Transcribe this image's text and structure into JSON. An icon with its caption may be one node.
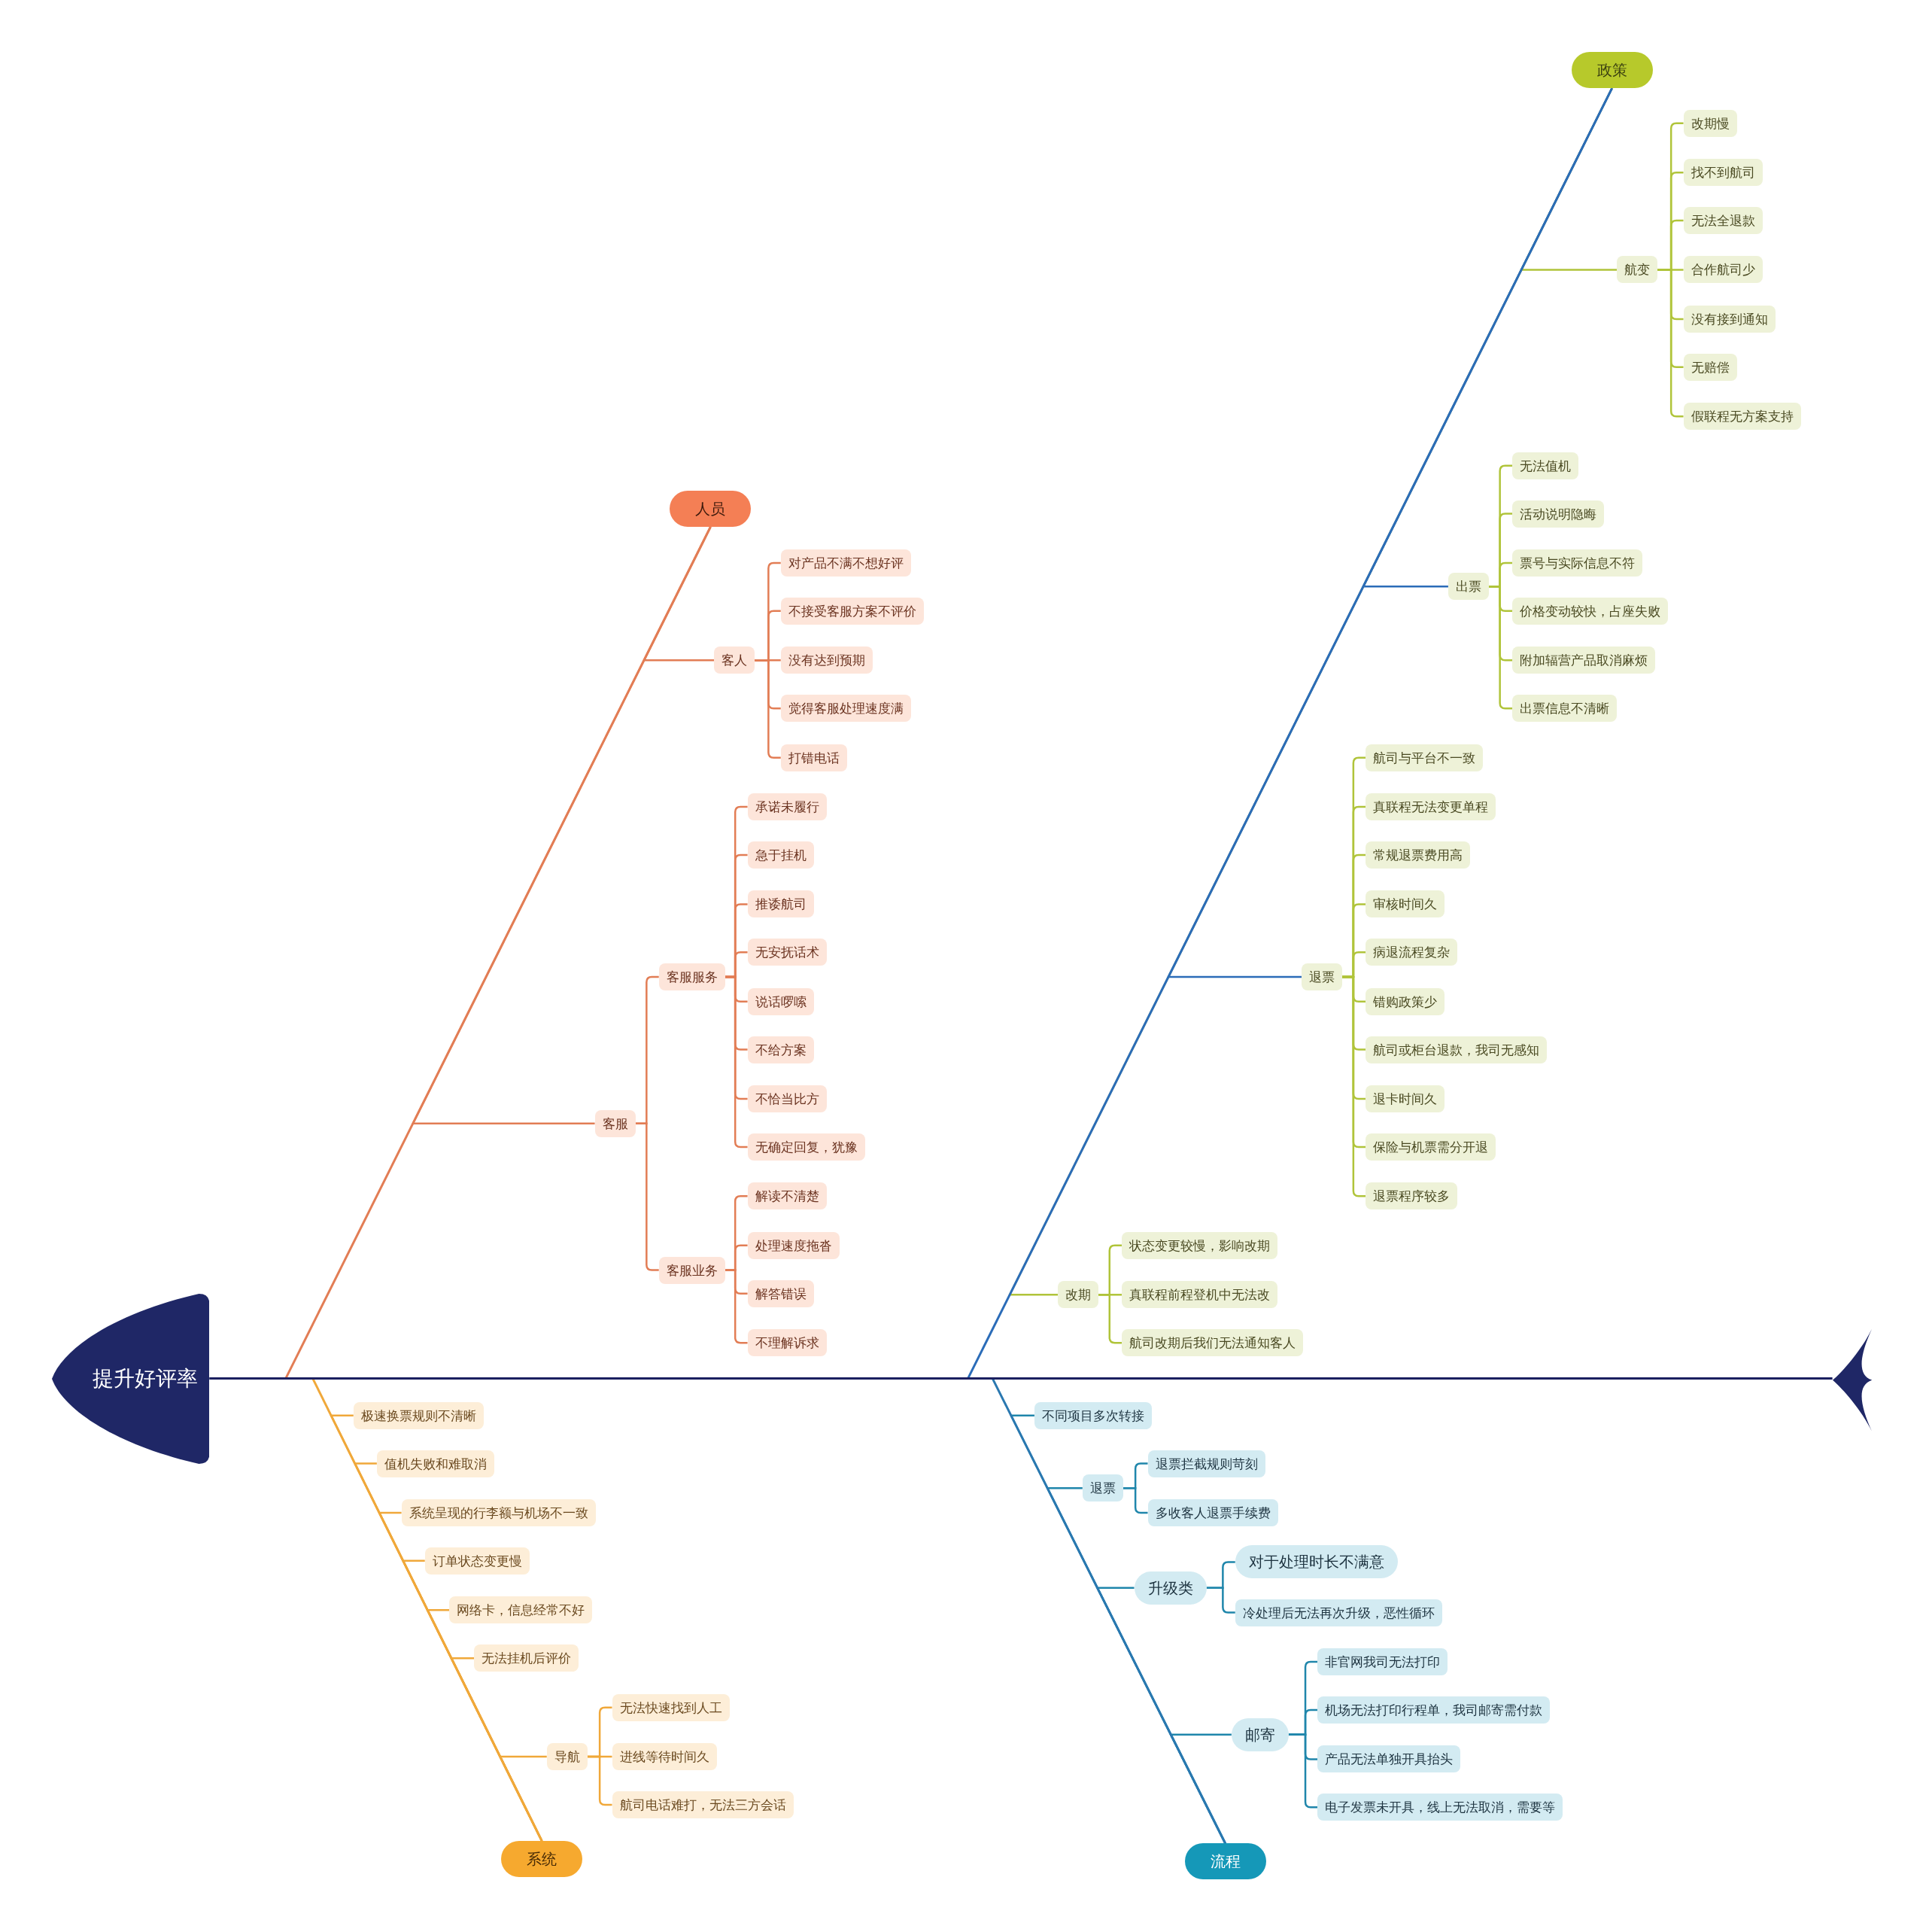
{
  "diagram": {
    "nodes": [
      {
        "text": [
          "提升好评率"
        ]
      },
      {
        "text": [
          "人员"
        ]
      },
      {
        "text": [
          "客人"
        ]
      },
      {
        "text": [
          "对产品不满不想好评"
        ]
      },
      {
        "text": [
          "不接受客服方案不评价"
        ]
      },
      {
        "text": [
          "没有达到预期"
        ]
      },
      {
        "text": [
          "觉得客服处理速度满"
        ]
      },
      {
        "text": [
          "打错电话"
        ]
      },
      {
        "text": [
          "客服"
        ]
      },
      {
        "text": [
          "客服服务"
        ]
      },
      {
        "text": [
          "承诺未履行"
        ]
      },
      {
        "text": [
          "急于挂机"
        ]
      },
      {
        "text": [
          "推诿航司"
        ]
      },
      {
        "text": [
          "无安抚话术"
        ]
      },
      {
        "text": [
          "说话啰嗦"
        ]
      },
      {
        "text": [
          "不给方案"
        ]
      },
      {
        "text": [
          "不恰当比方"
        ]
      },
      {
        "text": [
          "无确定回复，犹豫"
        ]
      },
      {
        "text": [
          "客服业务"
        ]
      },
      {
        "text": [
          "解读不清楚"
        ]
      },
      {
        "text": [
          "处理速度拖沓"
        ]
      },
      {
        "text": [
          "解答错误"
        ]
      },
      {
        "text": [
          "不理解诉求"
        ]
      },
      {
        "text": [
          "政策"
        ]
      },
      {
        "text": [
          "航变"
        ]
      },
      {
        "text": [
          "改期慢"
        ]
      },
      {
        "text": [
          "找不到航司"
        ]
      },
      {
        "text": [
          "无法全退款"
        ]
      },
      {
        "text": [
          "合作航司少"
        ]
      },
      {
        "text": [
          "没有接到通知"
        ]
      },
      {
        "text": [
          "无赔偿"
        ]
      },
      {
        "text": [
          "假联程无方案支持"
        ]
      },
      {
        "text": [
          "出票"
        ]
      },
      {
        "text": [
          "无法值机"
        ]
      },
      {
        "text": [
          "活动说明隐晦"
        ]
      },
      {
        "text": [
          "票号与实际信息不符"
        ]
      },
      {
        "text": [
          "价格变动较快，占座失败"
        ]
      },
      {
        "text": [
          "附加辐营产品取消麻烦"
        ]
      },
      {
        "text": [
          "出票信息不清晰"
        ]
      },
      {
        "text": [
          "退票"
        ]
      },
      {
        "text": [
          "航司与平台不一致"
        ]
      },
      {
        "text": [
          "真联程无法变更单程"
        ]
      },
      {
        "text": [
          "常规退票费用高"
        ]
      },
      {
        "text": [
          "审核时间久"
        ]
      },
      {
        "text": [
          "病退流程复杂"
        ]
      },
      {
        "text": [
          "错购政策少"
        ]
      },
      {
        "text": [
          "航司或柜台退款，我司无感知"
        ]
      },
      {
        "text": [
          "退卡时间久"
        ]
      },
      {
        "text": [
          "保险与机票需分开退"
        ]
      },
      {
        "text": [
          "退票程序较多"
        ]
      },
      {
        "text": [
          "改期"
        ]
      },
      {
        "text": [
          "状态变更较慢，影响改期"
        ]
      },
      {
        "text": [
          "真联程前程登机中无法改"
        ]
      },
      {
        "text": [
          "航司改期后我们无法通知客人"
        ]
      },
      {
        "text": [
          "系统"
        ]
      },
      {
        "text": [
          "极速换票规则不清晰"
        ]
      },
      {
        "text": [
          "值机失败和难取消"
        ]
      },
      {
        "text": [
          "系统呈现的行李额与机场不一致"
        ]
      },
      {
        "text": [
          "订单状态变更慢"
        ]
      },
      {
        "text": [
          "网络卡，信息经常不好"
        ]
      },
      {
        "text": [
          "无法挂机后评价"
        ]
      },
      {
        "text": [
          "导航"
        ]
      },
      {
        "text": [
          "无法快速找到人工"
        ]
      },
      {
        "text": [
          "进线等待时间久"
        ]
      },
      {
        "text": [
          "航司电话难打，无法三方会话"
        ]
      },
      {
        "text": [
          "流程"
        ]
      },
      {
        "text": [
          "不同项目多次转接"
        ]
      },
      {
        "text": [
          "退票"
        ]
      },
      {
        "text": [
          "退票拦截规则苛刻"
        ]
      },
      {
        "text": [
          "多收客人退票手续费"
        ]
      },
      {
        "text": [
          "升级类"
        ]
      },
      {
        "text": [
          "对于处理时长不满意"
        ]
      },
      {
        "text": [
          "冷处理后无法再次升级，恶性循环"
        ]
      },
      {
        "text": [
          "邮寄"
        ]
      },
      {
        "text": [
          "非官网我司无法打印"
        ]
      },
      {
        "text": [
          "机场无法打印行程单，我司邮寄需付款"
        ]
      },
      {
        "text": [
          "产品无法单独开具抬头"
        ]
      },
      {
        "text": [
          "电子发票未开具，线上无法取消，需要等"
        ]
      },
      {
        "text": [],
        "shape": "fish-tail"
      }
    ],
    "edges": [
      {
        "from": 78,
        "to": 0,
        "arrow": "none",
        "color": "#1b2060"
      },
      {
        "from": 1,
        "to": null,
        "arrow": "none",
        "color": "#e27d55"
      },
      {
        "from": 23,
        "to": null,
        "arrow": "none",
        "color": "#2b6cb8"
      },
      {
        "from": 54,
        "to": null,
        "arrow": "none",
        "color": "#f0a83a"
      },
      {
        "from": 65,
        "to": null,
        "arrow": "none",
        "color": "#2a78b0"
      },
      {
        "from": 1,
        "to": 2,
        "arrow": "none",
        "color": "#e27d55"
      },
      {
        "from": 2,
        "to": 3,
        "arrow": "none",
        "color": "#e27d55"
      },
      {
        "from": 2,
        "to": 4,
        "arrow": "none",
        "color": "#e27d55"
      },
      {
        "from": 2,
        "to": 5,
        "arrow": "none",
        "color": "#e27d55"
      },
      {
        "from": 2,
        "to": 6,
        "arrow": "none",
        "color": "#e27d55"
      },
      {
        "from": 2,
        "to": 7,
        "arrow": "none",
        "color": "#e27d55"
      },
      {
        "from": 1,
        "to": 8,
        "arrow": "none",
        "color": "#e27d55"
      },
      {
        "from": 8,
        "to": 9,
        "arrow": "none",
        "color": "#e27d55"
      },
      {
        "from": 9,
        "to": 10,
        "arrow": "none",
        "color": "#e27d55"
      },
      {
        "from": 9,
        "to": 11,
        "arrow": "none",
        "color": "#e27d55"
      },
      {
        "from": 9,
        "to": 12,
        "arrow": "none",
        "color": "#e27d55"
      },
      {
        "from": 9,
        "to": 13,
        "arrow": "none",
        "color": "#e27d55"
      },
      {
        "from": 9,
        "to": 14,
        "arrow": "none",
        "color": "#e27d55"
      },
      {
        "from": 9,
        "to": 15,
        "arrow": "none",
        "color": "#e27d55"
      },
      {
        "from": 9,
        "to": 16,
        "arrow": "none",
        "color": "#e27d55"
      },
      {
        "from": 9,
        "to": 17,
        "arrow": "none",
        "color": "#e27d55"
      },
      {
        "from": 8,
        "to": 18,
        "arrow": "none",
        "color": "#e27d55"
      },
      {
        "from": 18,
        "to": 19,
        "arrow": "none",
        "color": "#e27d55"
      },
      {
        "from": 18,
        "to": 20,
        "arrow": "none",
        "color": "#e27d55"
      },
      {
        "from": 18,
        "to": 21,
        "arrow": "none",
        "color": "#e27d55"
      },
      {
        "from": 18,
        "to": 22,
        "arrow": "none",
        "color": "#e27d55"
      },
      {
        "from": 23,
        "to": 24,
        "arrow": "none",
        "color": "#b0c43a"
      },
      {
        "from": 24,
        "to": 25,
        "arrow": "none",
        "color": "#b0c43a"
      },
      {
        "from": 24,
        "to": 26,
        "arrow": "none",
        "color": "#b0c43a"
      },
      {
        "from": 24,
        "to": 27,
        "arrow": "none",
        "color": "#b0c43a"
      },
      {
        "from": 24,
        "to": 28,
        "arrow": "none",
        "color": "#b0c43a"
      },
      {
        "from": 24,
        "to": 29,
        "arrow": "none",
        "color": "#b0c43a"
      },
      {
        "from": 24,
        "to": 30,
        "arrow": "none",
        "color": "#b0c43a"
      },
      {
        "from": 24,
        "to": 31,
        "arrow": "none",
        "color": "#b0c43a"
      },
      {
        "from": 23,
        "to": 32,
        "arrow": "none",
        "color": "#2b6cb8"
      },
      {
        "from": 32,
        "to": 33,
        "arrow": "none",
        "color": "#b0c43a"
      },
      {
        "from": 32,
        "to": 34,
        "arrow": "none",
        "color": "#b0c43a"
      },
      {
        "from": 32,
        "to": 35,
        "arrow": "none",
        "color": "#b0c43a"
      },
      {
        "from": 32,
        "to": 36,
        "arrow": "none",
        "color": "#b0c43a"
      },
      {
        "from": 32,
        "to": 37,
        "arrow": "none",
        "color": "#b0c43a"
      },
      {
        "from": 32,
        "to": 38,
        "arrow": "none",
        "color": "#b0c43a"
      },
      {
        "from": 23,
        "to": 39,
        "arrow": "none",
        "color": "#2b6cb8"
      },
      {
        "from": 39,
        "to": 40,
        "arrow": "none",
        "color": "#b0c43a"
      },
      {
        "from": 39,
        "to": 41,
        "arrow": "none",
        "color": "#b0c43a"
      },
      {
        "from": 39,
        "to": 42,
        "arrow": "none",
        "color": "#b0c43a"
      },
      {
        "from": 39,
        "to": 43,
        "arrow": "none",
        "color": "#b0c43a"
      },
      {
        "from": 39,
        "to": 44,
        "arrow": "none",
        "color": "#b0c43a"
      },
      {
        "from": 39,
        "to": 45,
        "arrow": "none",
        "color": "#b0c43a"
      },
      {
        "from": 39,
        "to": 46,
        "arrow": "none",
        "color": "#b0c43a"
      },
      {
        "from": 39,
        "to": 47,
        "arrow": "none",
        "color": "#b0c43a"
      },
      {
        "from": 39,
        "to": 48,
        "arrow": "none",
        "color": "#b0c43a"
      },
      {
        "from": 39,
        "to": 49,
        "arrow": "none",
        "color": "#b0c43a"
      },
      {
        "from": 23,
        "to": 50,
        "arrow": "none",
        "color": "#b0c43a"
      },
      {
        "from": 50,
        "to": 51,
        "arrow": "none",
        "color": "#b0c43a"
      },
      {
        "from": 50,
        "to": 52,
        "arrow": "none",
        "color": "#b0c43a"
      },
      {
        "from": 50,
        "to": 53,
        "arrow": "none",
        "color": "#b0c43a"
      },
      {
        "from": 54,
        "to": 55,
        "arrow": "none",
        "color": "#f0a83a"
      },
      {
        "from": 54,
        "to": 56,
        "arrow": "none",
        "color": "#f0a83a"
      },
      {
        "from": 54,
        "to": 57,
        "arrow": "none",
        "color": "#f0a83a"
      },
      {
        "from": 54,
        "to": 58,
        "arrow": "none",
        "color": "#f0a83a"
      },
      {
        "from": 54,
        "to": 59,
        "arrow": "none",
        "color": "#f0a83a"
      },
      {
        "from": 54,
        "to": 60,
        "arrow": "none",
        "color": "#f0a83a"
      },
      {
        "from": 54,
        "to": 61,
        "arrow": "none",
        "color": "#f0a83a"
      },
      {
        "from": 61,
        "to": 62,
        "arrow": "none",
        "color": "#f0a83a"
      },
      {
        "from": 61,
        "to": 63,
        "arrow": "none",
        "color": "#f0a83a"
      },
      {
        "from": 61,
        "to": 64,
        "arrow": "none",
        "color": "#f0a83a"
      },
      {
        "from": 65,
        "to": 66,
        "arrow": "none",
        "color": "#1f86ab"
      },
      {
        "from": 65,
        "to": 67,
        "arrow": "none",
        "color": "#1f86ab"
      },
      {
        "from": 67,
        "to": 68,
        "arrow": "none",
        "color": "#1f86ab"
      },
      {
        "from": 67,
        "to": 69,
        "arrow": "none",
        "color": "#1f86ab"
      },
      {
        "from": 65,
        "to": 70,
        "arrow": "none",
        "color": "#1f86ab"
      },
      {
        "from": 70,
        "to": 71,
        "arrow": "none",
        "color": "#1f86ab"
      },
      {
        "from": 70,
        "to": 72,
        "arrow": "none",
        "color": "#1f86ab"
      },
      {
        "from": 65,
        "to": 73,
        "arrow": "none",
        "color": "#1f86ab"
      },
      {
        "from": 73,
        "to": 74,
        "arrow": "none",
        "color": "#1f86ab"
      },
      {
        "from": 73,
        "to": 75,
        "arrow": "none",
        "color": "#1f86ab"
      },
      {
        "from": 73,
        "to": 76,
        "arrow": "none",
        "color": "#1f86ab"
      },
      {
        "from": 73,
        "to": 77,
        "arrow": "none",
        "color": "#1f86ab"
      }
    ]
  }
}
